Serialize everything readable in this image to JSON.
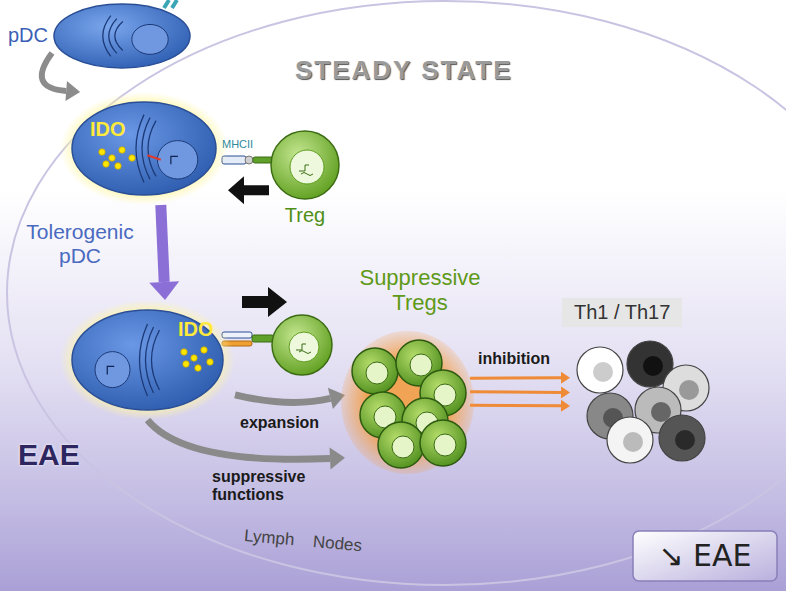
{
  "diagram": {
    "nodes": [
      {
        "text": [
          "pDC"
        ]
      },
      {
        "text": [
          "IDO"
        ]
      },
      {
        "text": [
          "Treg"
        ]
      },
      {
        "text": [
          "Tolerogenic pDC",
          "IDO"
        ]
      },
      {
        "text": [
          "Suppressive Tregs"
        ]
      },
      {
        "text": [
          "Th1 / Th17"
        ]
      },
      {
        "text": [
          "↘ EAE"
        ]
      }
    ],
    "edges": [
      {
        "from": 0,
        "to": 1,
        "arrow": "to"
      },
      {
        "from": 2,
        "to": 1,
        "arrow": "to"
      },
      {
        "from": 1,
        "to": 3,
        "arrow": "to"
      },
      {
        "from": 3,
        "to": 4,
        "label": "expansion",
        "arrow": "to"
      },
      {
        "from": 3,
        "to": 4,
        "label": "suppressive functions",
        "arrow": "to"
      },
      {
        "from": 4,
        "to": 5,
        "label": "inhibition",
        "arrow": "to"
      },
      {
        "from": 4,
        "to": 5,
        "arrow": "to"
      },
      {
        "from": 4,
        "to": 5,
        "arrow": "to"
      }
    ],
    "labels": [
      "STEADY STATE",
      "MHCII",
      "EAE",
      "Lymph Nodes"
    ]
  }
}
